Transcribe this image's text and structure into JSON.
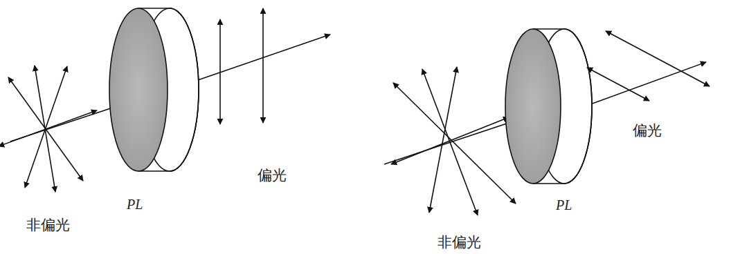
{
  "diagram": {
    "labels": [
      "偏光",
      "PL",
      "非偏光",
      "偏光",
      "PL",
      "非偏光"
    ]
  }
}
